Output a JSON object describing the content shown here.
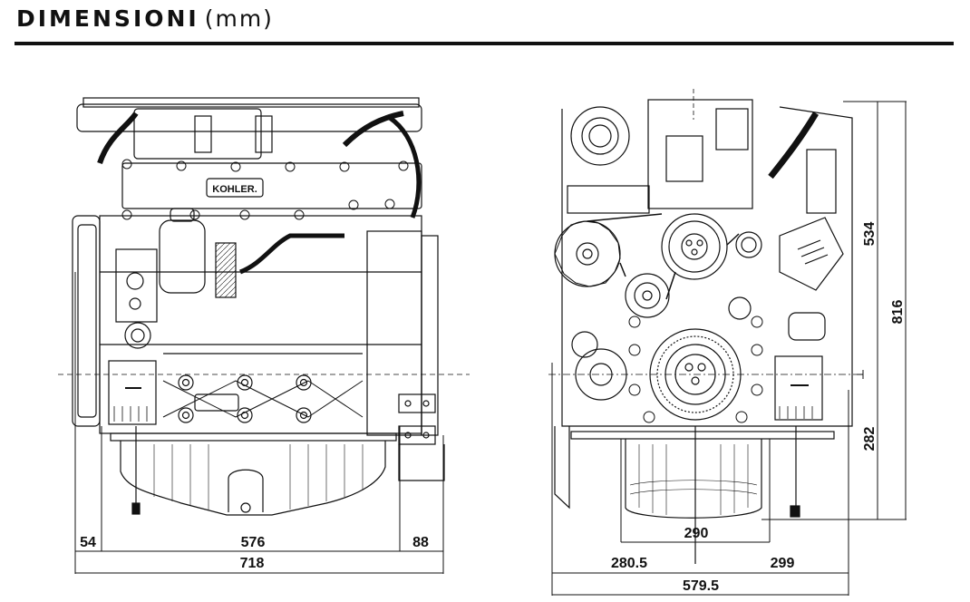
{
  "header": {
    "title": "DIMENSIONI",
    "unit": "(mm)"
  },
  "side_view": {
    "brand_label": "KOHLER.",
    "dimensions": {
      "left_offset": "54",
      "middle_span": "576",
      "right_offset": "88",
      "overall_length": "718"
    }
  },
  "front_view": {
    "dimensions": {
      "sump_width": "290",
      "left_from_center": "280.5",
      "right_from_center": "299",
      "overall_width": "579.5",
      "height_above_crank": "534",
      "overall_height": "816",
      "height_below_crank": "282"
    }
  },
  "colors": {
    "line": "#111111",
    "background": "#ffffff"
  }
}
